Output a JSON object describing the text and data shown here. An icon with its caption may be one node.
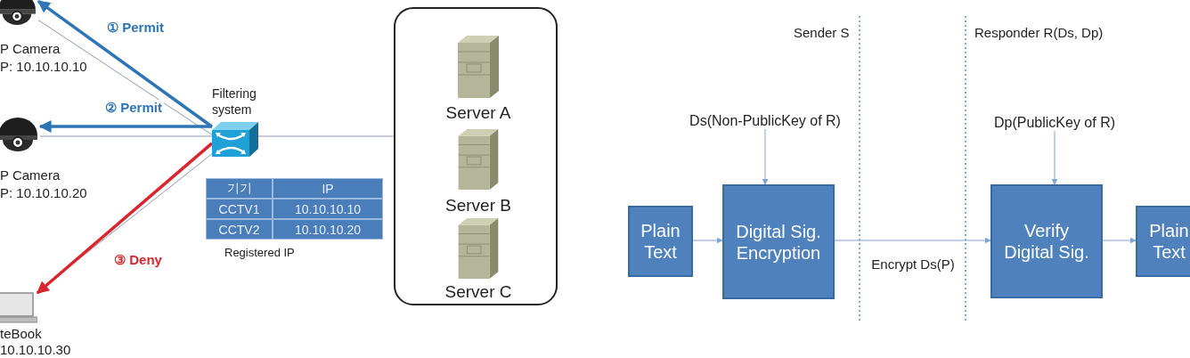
{
  "diagram": {
    "nodes": [
      {
        "text": [],
        "shape": "camera",
        "beside": [
          "P Camera",
          "P: 10.10.10.10"
        ]
      },
      {
        "text": [],
        "shape": "camera",
        "beside": [
          "P Camera",
          "P: 10.10.10.20"
        ]
      },
      {
        "text": [],
        "shape": "laptop",
        "beside": [
          "teBook",
          "10.10.10.30"
        ]
      },
      {
        "text": [],
        "shape": "switch",
        "beside": [
          "Filtering system"
        ]
      },
      {
        "text": [],
        "shape": "box"
      },
      {
        "text": [],
        "shape": "server",
        "in": 4,
        "beside": [
          "Server A"
        ]
      },
      {
        "text": [],
        "shape": "server",
        "in": 4,
        "beside": [
          "Server B"
        ]
      },
      {
        "text": [],
        "shape": "server",
        "in": 4,
        "beside": [
          "Server C"
        ]
      },
      {
        "text": [
          "Plain Text"
        ]
      },
      {
        "text": [
          "Digital Sig. Encryption"
        ]
      },
      {
        "text": [
          "Verify Digital Sig."
        ]
      },
      {
        "text": [
          "Plain Text"
        ]
      },
      {
        "text": [
          "Ds(Non-PublicKey of R)"
        ]
      },
      {
        "text": [
          "Dp(PublicKey of R)"
        ]
      }
    ],
    "edges": [
      {
        "from": 3,
        "to": 0,
        "arrow": "none",
        "color": "#8c9bb0"
      },
      {
        "from": 3,
        "to": 0,
        "arrow": "to",
        "label": "① Permit",
        "style": "thick",
        "color": "#2e75b6"
      },
      {
        "from": 3,
        "to": 1,
        "arrow": "none",
        "color": "#8c9bb0"
      },
      {
        "from": 3,
        "to": 1,
        "arrow": "to",
        "label": "② Permit",
        "style": "thick",
        "color": "#2e75b6"
      },
      {
        "from": 3,
        "to": 2,
        "arrow": "none",
        "color": "#8c9bb0"
      },
      {
        "from": 3,
        "to": 2,
        "arrow": "to",
        "label": "③ Deny",
        "style": "thick",
        "color": "#d9262e"
      },
      {
        "from": 3,
        "to": 4,
        "arrow": "none",
        "color": "#8c9bb0"
      },
      {
        "from": 8,
        "to": 9,
        "arrow": "to",
        "color": "#7fa3d3"
      },
      {
        "from": 9,
        "to": 10,
        "arrow": "to",
        "label": "Encrypt Ds(P)",
        "color": "#7fa3d3"
      },
      {
        "from": 10,
        "to": 11,
        "arrow": "to",
        "color": "#7fa3d3"
      },
      {
        "from": 12,
        "to": 9,
        "arrow": "to",
        "color": "#7fa3d3"
      },
      {
        "from": 13,
        "to": 10,
        "arrow": "to",
        "color": "#7fa3d3"
      }
    ],
    "labels": [
      "기기",
      "IP",
      "CCTV1",
      "10.10.10.10",
      "CCTV2",
      "10.10.10.20",
      "Registered IP",
      "Sender S",
      "Responder R(Ds, Dp)"
    ]
  }
}
